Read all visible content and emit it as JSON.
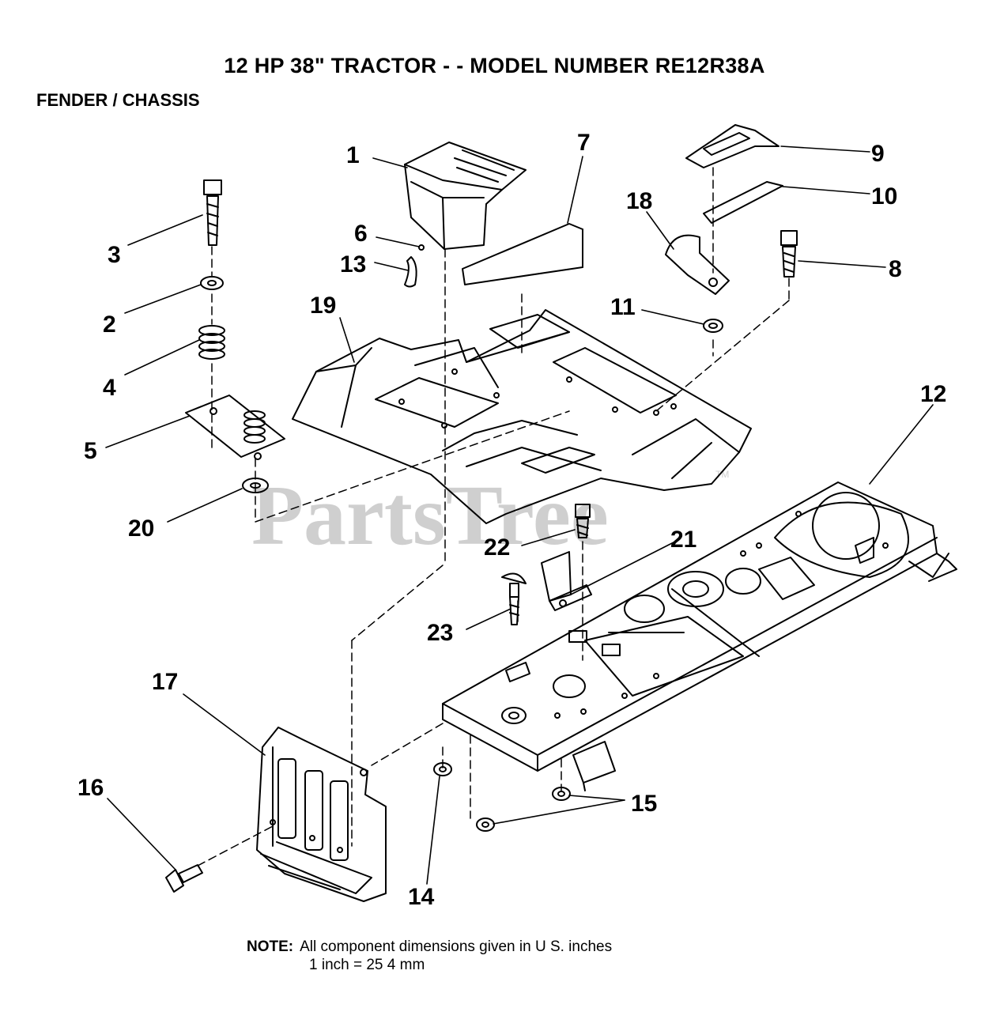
{
  "header": {
    "title": "12 HP 38\" TRACTOR - - MODEL NUMBER RE12R38A",
    "subtitle": "FENDER / CHASSIS"
  },
  "watermark": {
    "text": "PartsTree",
    "tm": "TM"
  },
  "callouts": {
    "c1": "1",
    "c2": "2",
    "c3": "3",
    "c4": "4",
    "c5": "5",
    "c6": "6",
    "c7": "7",
    "c8": "8",
    "c9": "9",
    "c10": "10",
    "c11": "11",
    "c12": "12",
    "c13": "13",
    "c14": "14",
    "c15": "15",
    "c16": "16",
    "c17": "17",
    "c18": "18",
    "c19": "19",
    "c20": "20",
    "c21": "21",
    "c22": "22",
    "c23": "23"
  },
  "note": {
    "label": "NOTE:",
    "line1": "All component dimensions given in U S. inches",
    "line2": "1 inch = 25 4 mm"
  }
}
